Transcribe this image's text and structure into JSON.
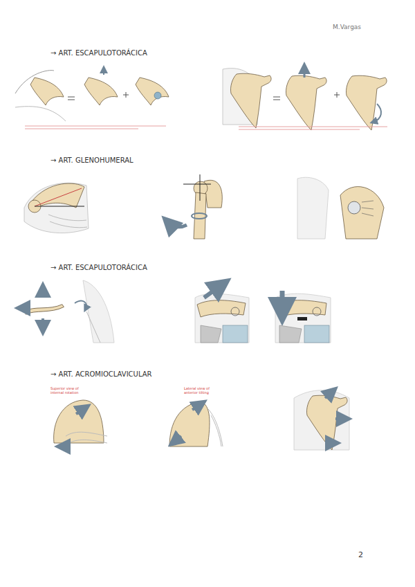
{
  "diagram": {
    "labels": [
      "M.Vargas",
      "→ ART. ESCAPULOTORÁCICA",
      "→ ART. GLENOHUMERAL",
      "→ ART. ESCAPULOTORÁCICA",
      "→ ART. ACROMIOCLAVICULAR",
      "Superior view of internal rotation",
      "Lateral view of anterior tilting",
      "2"
    ]
  }
}
